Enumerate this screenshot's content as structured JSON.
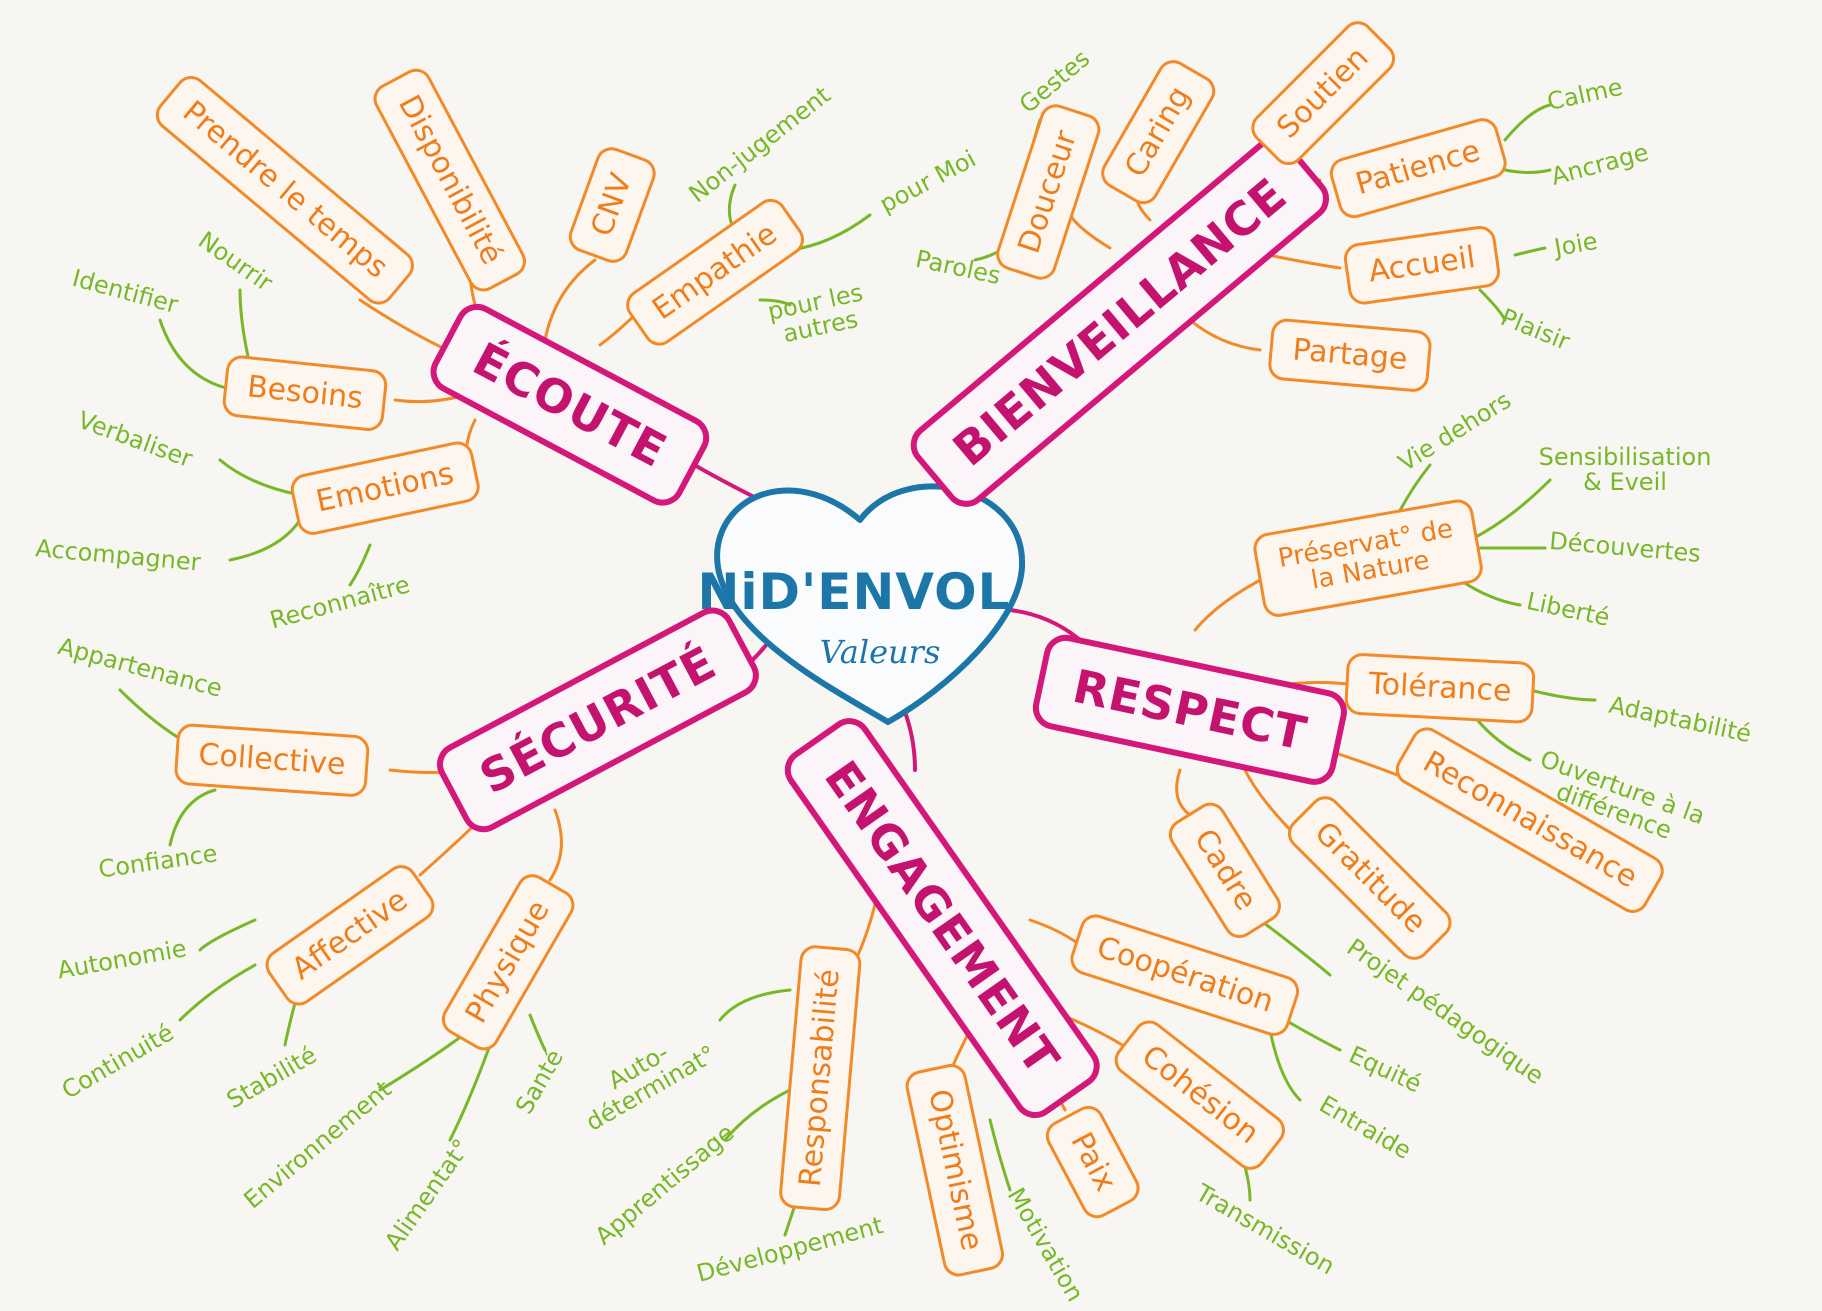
{
  "center": {
    "title": "NiD'ENVOL",
    "subtitle": "Valeurs"
  },
  "colors": {
    "values": "#d4177a",
    "facets": "#f28a28",
    "details": "#78b828",
    "center": "#1d76a8"
  },
  "values": [
    {
      "id": "ecoute",
      "label": "ÉCOUTE",
      "children": [
        {
          "label": "Prendre le temps",
          "leaves": []
        },
        {
          "label": "Disponibilité",
          "leaves": []
        },
        {
          "label": "CNV",
          "leaves": []
        },
        {
          "label": "Empathie",
          "leaves": [
            "Non-jugement",
            "pour Moi",
            "pour les\nautres"
          ]
        },
        {
          "label": "Besoins",
          "leaves": [
            "Nourrir",
            "Identifier"
          ]
        },
        {
          "label": "Emotions",
          "leaves": [
            "Verbaliser",
            "Accompagner",
            "Reconnaître"
          ]
        }
      ]
    },
    {
      "id": "bienveillance",
      "label": "BIENVEILLANCE",
      "children": [
        {
          "label": "Douceur",
          "leaves": [
            "Gestes",
            "Paroles"
          ]
        },
        {
          "label": "Caring",
          "leaves": []
        },
        {
          "label": "Soutien",
          "leaves": []
        },
        {
          "label": "Patience",
          "leaves": [
            "Calme",
            "Ancrage"
          ]
        },
        {
          "label": "Accueil",
          "leaves": [
            "Joie",
            "Plaisir"
          ]
        },
        {
          "label": "Partage",
          "leaves": []
        }
      ]
    },
    {
      "id": "respect",
      "label": "RESPECT",
      "children": [
        {
          "label": "Préservat° de\nla Nature",
          "leaves": [
            "Vie dehors",
            "Sensibilisation\n& Eveil",
            "Découvertes",
            "Liberté"
          ]
        },
        {
          "label": "Tolérance",
          "leaves": [
            "Adaptabilité",
            "Ouverture à la\ndifférence"
          ]
        },
        {
          "label": "Reconnaissance",
          "leaves": []
        },
        {
          "label": "Gratitude",
          "leaves": []
        },
        {
          "label": "Cadre",
          "leaves": [
            "Projet pédagogique"
          ]
        }
      ]
    },
    {
      "id": "engagement",
      "label": "ENGAGEMENT",
      "children": [
        {
          "label": "Coopération",
          "leaves": [
            "Equité",
            "Entraide"
          ]
        },
        {
          "label": "Cohésion",
          "leaves": [
            "Transmission"
          ]
        },
        {
          "label": "Paix",
          "leaves": []
        },
        {
          "label": "Optimisme",
          "leaves": [
            "Motivation"
          ]
        },
        {
          "label": "Responsabilité",
          "leaves": [
            "Auto-\ndéterminat°",
            "Apprentissage",
            "Développement"
          ]
        }
      ]
    },
    {
      "id": "securite",
      "label": "SÉCURITÉ",
      "children": [
        {
          "label": "Collective",
          "leaves": [
            "Appartenance",
            "Confiance"
          ]
        },
        {
          "label": "Affective",
          "leaves": [
            "Autonomie",
            "Continuité",
            "Stabilité"
          ]
        },
        {
          "label": "Physique",
          "leaves": [
            "Environnement",
            "Alimentat°",
            "Santé"
          ]
        }
      ]
    }
  ]
}
